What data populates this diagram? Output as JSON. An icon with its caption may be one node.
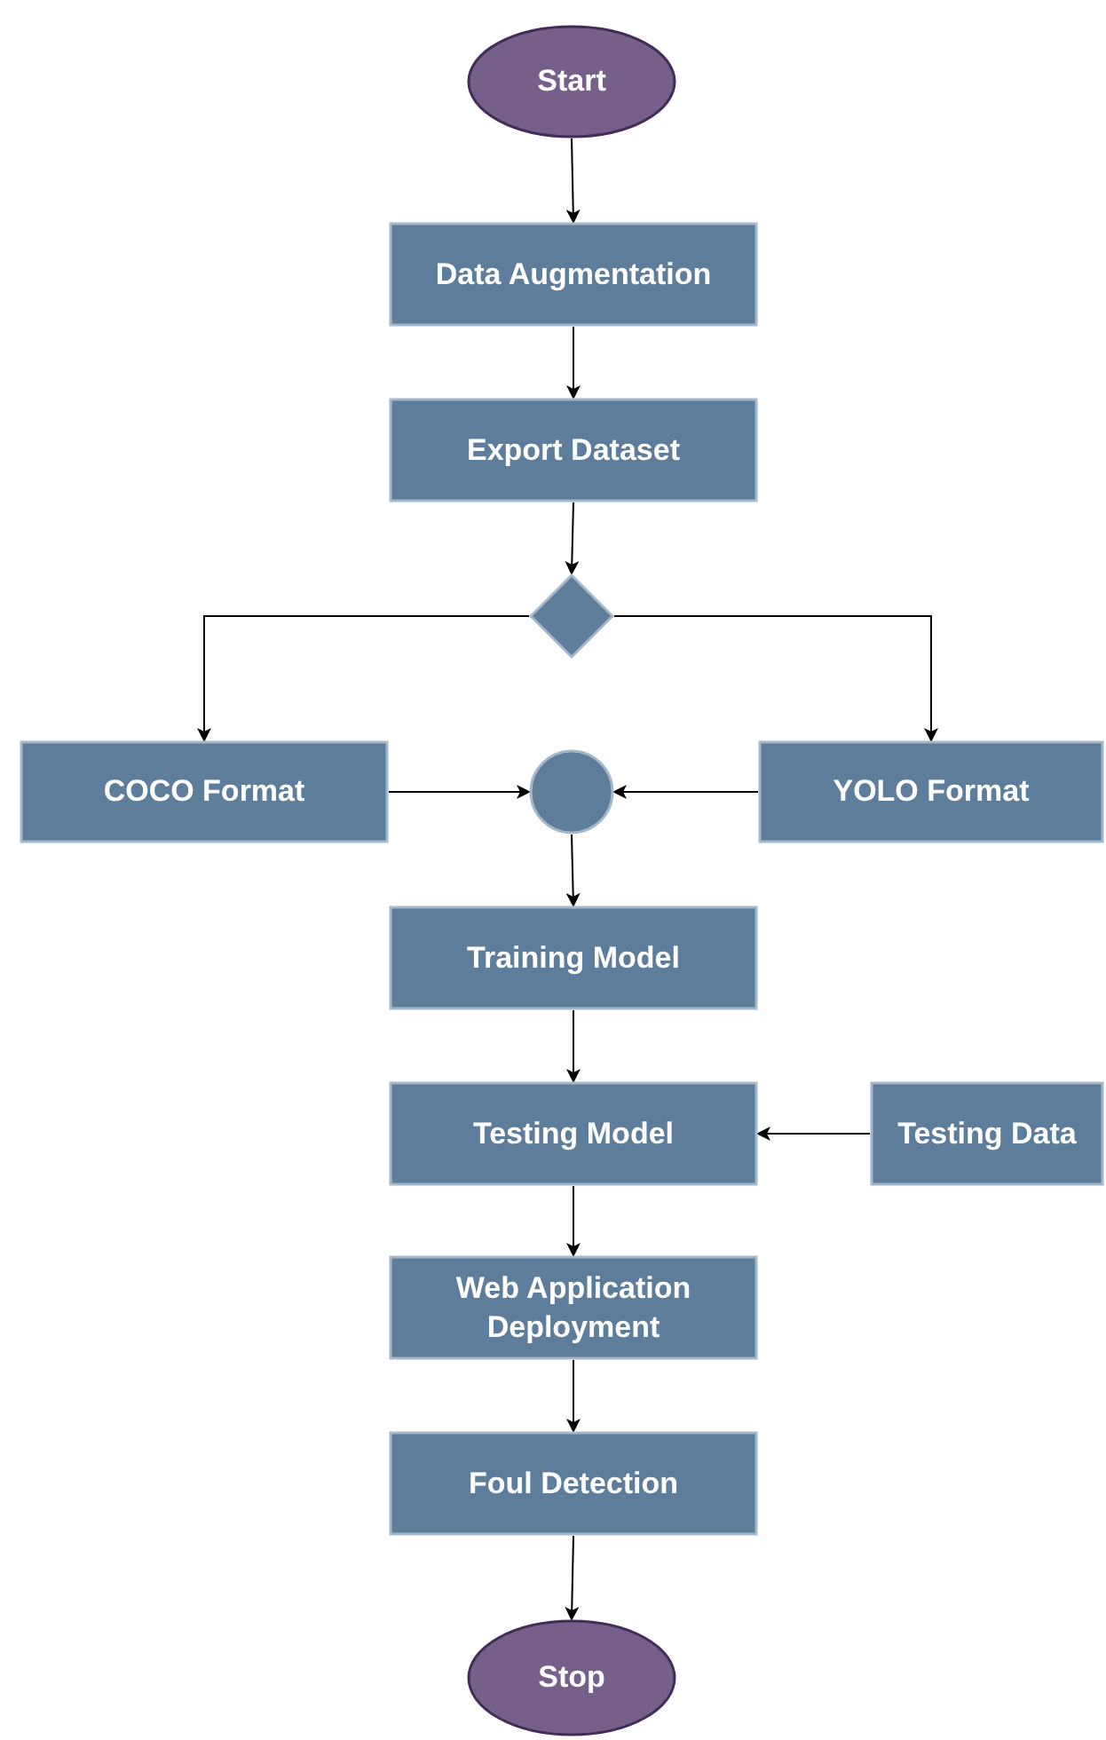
{
  "diagram": {
    "nodes": [
      {
        "text": [
          "Start"
        ]
      },
      {
        "text": [
          "Data Augmentation"
        ]
      },
      {
        "text": [
          "Export Dataset"
        ]
      },
      {
        "text": [],
        "shape": "diamond"
      },
      {
        "text": [
          "COCO Format"
        ]
      },
      {
        "text": [],
        "shape": "circle"
      },
      {
        "text": [
          "YOLO Format"
        ]
      },
      {
        "text": [
          "Training Model"
        ]
      },
      {
        "text": [
          "Testing Model"
        ]
      },
      {
        "text": [
          "Testing Data"
        ]
      },
      {
        "text": [
          "Web Application Deployment"
        ]
      },
      {
        "text": [
          "Foul Detection"
        ]
      },
      {
        "text": [
          "Stop"
        ]
      }
    ],
    "edges": [
      {
        "from": 0,
        "to": 1,
        "arrow": "to"
      },
      {
        "from": 1,
        "to": 2,
        "arrow": "to"
      },
      {
        "from": 2,
        "to": 3,
        "arrow": "to"
      },
      {
        "from": 3,
        "to": 4,
        "arrow": "to"
      },
      {
        "from": 3,
        "to": 6,
        "arrow": "to"
      },
      {
        "from": 4,
        "to": 5,
        "arrow": "to"
      },
      {
        "from": 6,
        "to": 5,
        "arrow": "to"
      },
      {
        "from": 5,
        "to": 7,
        "arrow": "to"
      },
      {
        "from": 7,
        "to": 8,
        "arrow": "to"
      },
      {
        "from": 9,
        "to": 8,
        "arrow": "to"
      },
      {
        "from": 8,
        "to": 10,
        "arrow": "to"
      },
      {
        "from": 10,
        "to": 11,
        "arrow": "to"
      },
      {
        "from": 11,
        "to": 12,
        "arrow": "to"
      }
    ]
  }
}
